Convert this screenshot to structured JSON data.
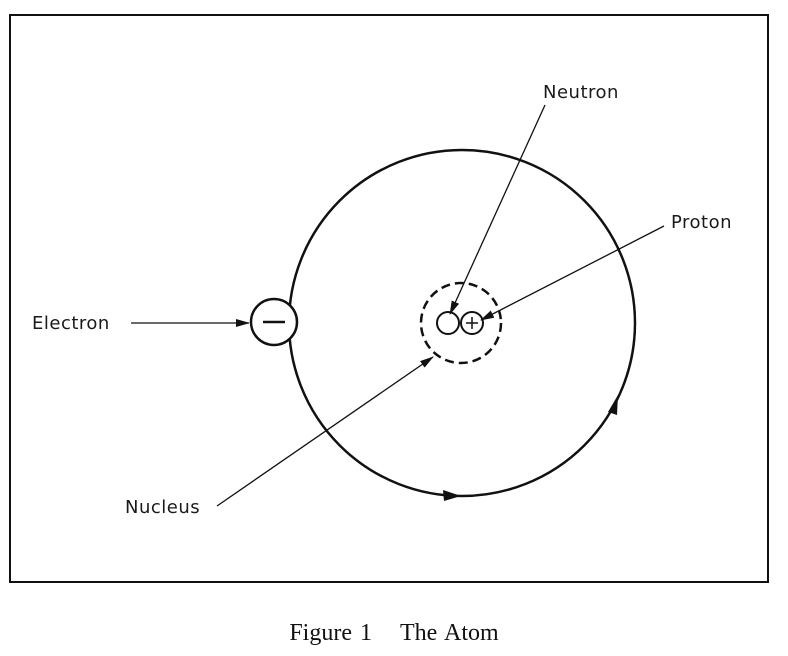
{
  "labels": {
    "neutron": "Neutron",
    "proton": "Proton",
    "electron": "Electron",
    "nucleus": "Nucleus"
  },
  "caption": {
    "number": "Figure 1",
    "title": "The Atom"
  },
  "icons": {
    "electron_symbol": "minus-sign",
    "proton_symbol": "plus-sign"
  },
  "colors": {
    "ink": "#111111",
    "background": "#ffffff"
  }
}
